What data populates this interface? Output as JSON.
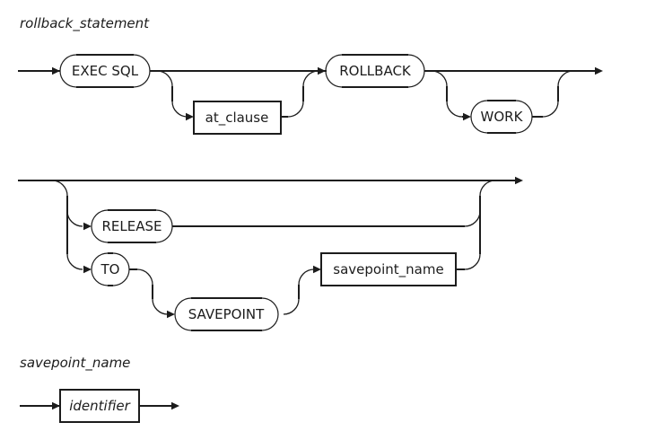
{
  "colors": {
    "ink": "#1c1c1c",
    "background": "#ffffff"
  },
  "rules": {
    "rollback_statement": {
      "title": "rollback_statement",
      "exec_sql": "EXEC SQL",
      "at_clause": "at_clause",
      "rollback": "ROLLBACK",
      "work": "WORK",
      "release": "RELEASE",
      "to": "TO",
      "savepoint": "SAVEPOINT",
      "savepoint_name": "savepoint_name"
    },
    "savepoint_name": {
      "title": "savepoint_name",
      "identifier": "identifier"
    }
  }
}
